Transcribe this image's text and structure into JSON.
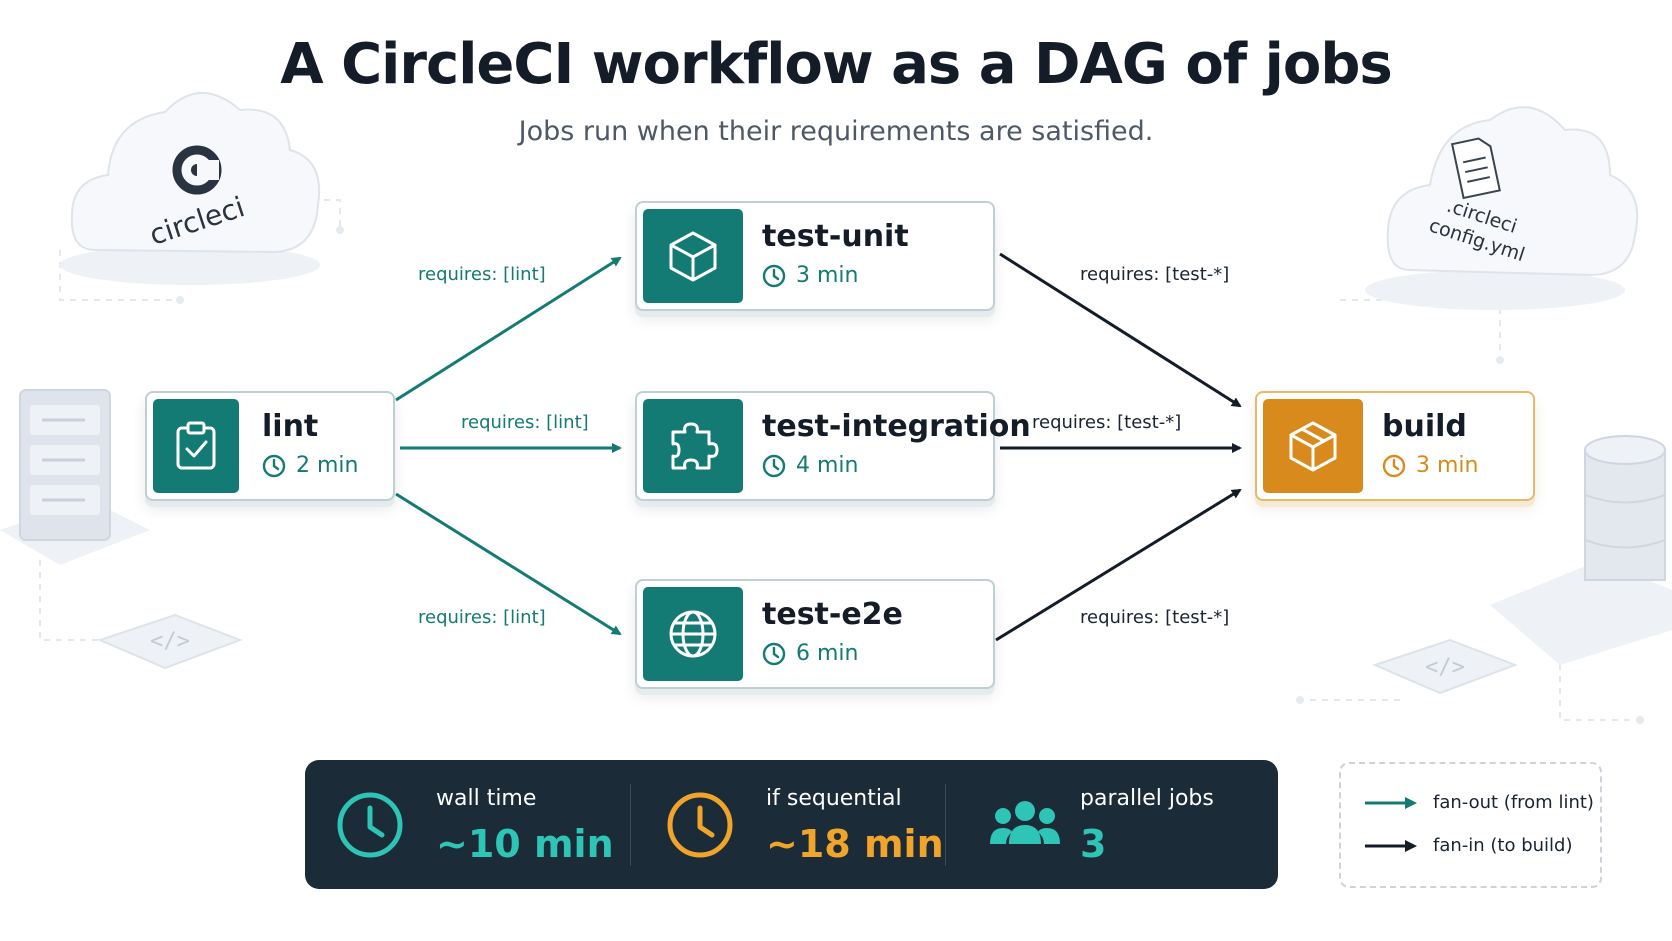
{
  "title": "A CircleCI workflow as a DAG of jobs",
  "subtitle": "Jobs run when their requirements are satisfied.",
  "decor": {
    "circleci_logo_text": "circleci",
    "config_file": ".circleci config.yml"
  },
  "colors": {
    "teal": "#137a74",
    "orange": "#d98a1c",
    "navy": "#1b2b37",
    "accent_teal": "#2ec4b6",
    "accent_orange": "#f0a42a"
  },
  "jobs": {
    "lint": {
      "name": "lint",
      "duration": "2 min",
      "icon": "clipboard-check-icon"
    },
    "test_unit": {
      "name": "test-unit",
      "duration": "3 min",
      "icon": "cube-icon"
    },
    "test_integration": {
      "name": "test-integration",
      "duration": "4 min",
      "icon": "puzzle-icon"
    },
    "test_e2e": {
      "name": "test-e2e",
      "duration": "6 min",
      "icon": "globe-icon"
    },
    "build": {
      "name": "build",
      "duration": "3 min",
      "icon": "box-icon"
    }
  },
  "edges": {
    "lint_to_unit": "requires: [lint]",
    "lint_to_integration": "requires: [lint]",
    "lint_to_e2e": "requires: [lint]",
    "unit_to_build": "requires: [test-*]",
    "integration_to_build": "requires: [test-*]",
    "e2e_to_build": "requires: [test-*]"
  },
  "stats": {
    "wall_time": {
      "label": "wall time",
      "value": "~10 min"
    },
    "sequential": {
      "label": "if sequential",
      "value": "~18 min"
    },
    "parallel": {
      "label": "parallel jobs",
      "value": "3"
    }
  },
  "legend": {
    "fan_out": "fan-out (from lint)",
    "fan_in": "fan-in (to build)"
  }
}
